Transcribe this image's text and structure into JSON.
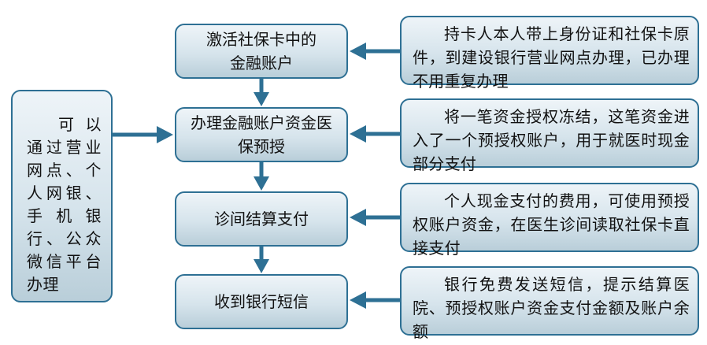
{
  "left_box": {
    "text": "可以通过营业网点、个人网银、手机银行、公众微信平台办理"
  },
  "steps": [
    {
      "label": "激活社保卡中的金融账户"
    },
    {
      "label": "办理金融账户资金医保预授"
    },
    {
      "label": "诊间结算支付"
    },
    {
      "label": "收到银行短信"
    }
  ],
  "notes": [
    {
      "text": "持卡人本人带上身份证和社保卡原件，到建设银行营业网点办理，已办理不用重复办理"
    },
    {
      "text": "将一笔资金授权冻结，这笔资金进入了一个预授权账户，用于就医时现金部分支付"
    },
    {
      "text": "个人现金支付的费用，可使用预授权账户资金，在医生诊间读取社保卡直接支付"
    },
    {
      "text": "银行免费发送短信，提示结算医院、预授权账户资金支付金额及账户余额"
    }
  ],
  "colors": {
    "arrow": "#2e7094",
    "border": "#2e7094"
  }
}
